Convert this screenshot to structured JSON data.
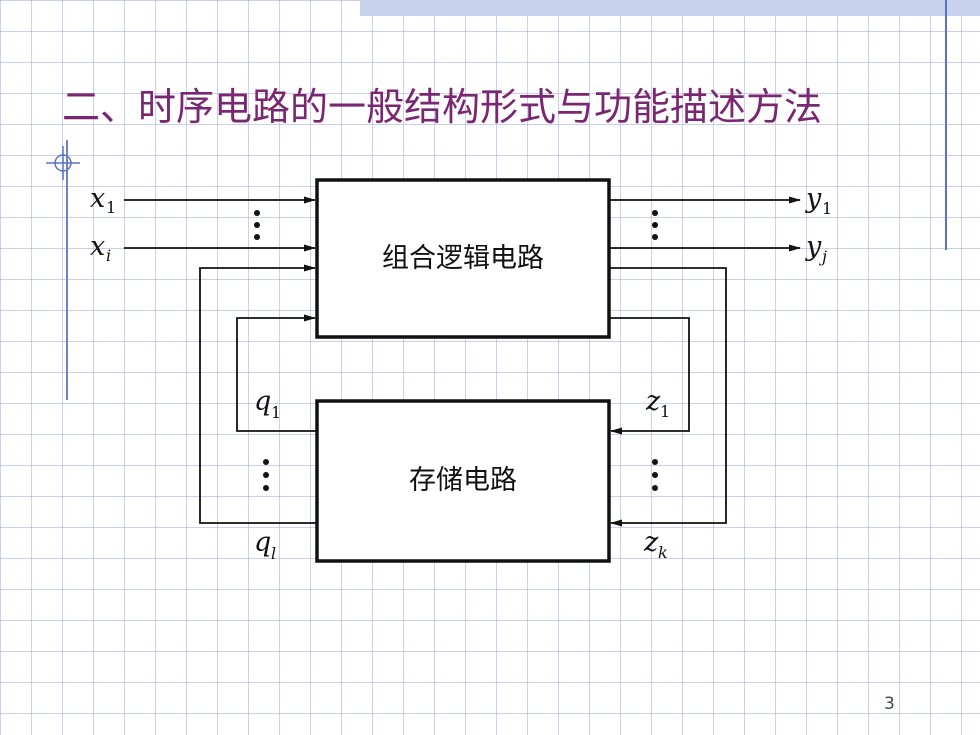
{
  "slide": {
    "title": "二、时序电路的一般结构形式与功能描述方法",
    "page_number": "3"
  },
  "diagram": {
    "combinational_block": "组合逻辑电路",
    "storage_block": "存储电路",
    "inputs": [
      {
        "base": "x",
        "sub": "1"
      },
      {
        "base": "x",
        "sub": "i"
      }
    ],
    "outputs": [
      {
        "base": "y",
        "sub": "1"
      },
      {
        "base": "y",
        "sub": "j"
      }
    ],
    "state_outputs": [
      {
        "base": "q",
        "sub": "1"
      },
      {
        "base": "q",
        "sub": "l"
      }
    ],
    "excitations": [
      {
        "base": "z",
        "sub": "1"
      },
      {
        "base": "z",
        "sub": "k"
      }
    ]
  },
  "colors": {
    "title": "#7a2673",
    "grid": "#a0aadc",
    "accent_line": "#5a72c8"
  }
}
